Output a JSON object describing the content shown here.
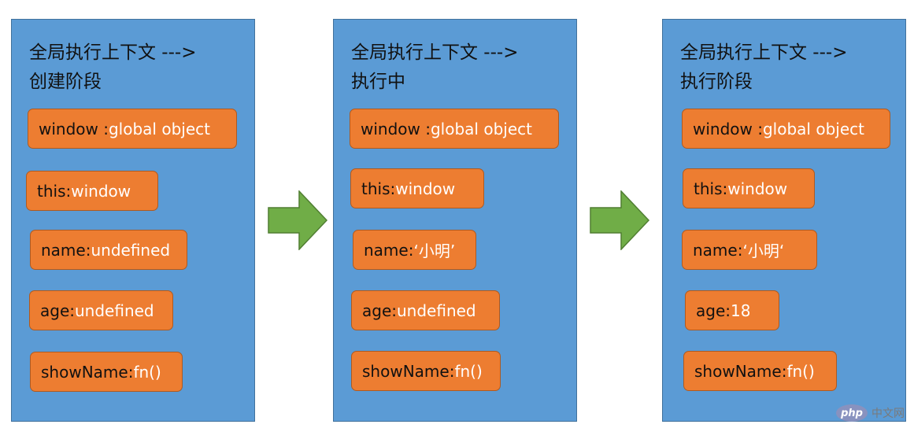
{
  "panels": [
    {
      "title_line1": "全局执行上下文 --->",
      "title_line2": "创建阶段",
      "rows": [
        {
          "key": "window : ",
          "value": "global object"
        },
        {
          "key": "this: ",
          "value": "window"
        },
        {
          "key": "name: ",
          "value": "undefined"
        },
        {
          "key": "age: ",
          "value": "undefined"
        },
        {
          "key": "showName: ",
          "value": "fn()"
        }
      ]
    },
    {
      "title_line1": "全局执行上下文 --->",
      "title_line2": "执行中",
      "rows": [
        {
          "key": "window : ",
          "value": "global object"
        },
        {
          "key": "this: ",
          "value": "window"
        },
        {
          "key": "name: ",
          "value": "‘小明’"
        },
        {
          "key": "age: ",
          "value": "undefined"
        },
        {
          "key": "showName: ",
          "value": "fn()"
        }
      ]
    },
    {
      "title_line1": "全局执行上下文 --->",
      "title_line2": "执行阶段",
      "rows": [
        {
          "key": "window : ",
          "value": "global object"
        },
        {
          "key": "this: ",
          "value": "window"
        },
        {
          "key": "name: ",
          "value": "‘小明‘"
        },
        {
          "key": "age: ",
          "value": "18"
        },
        {
          "key": "showName: ",
          "value": "fn()"
        }
      ]
    }
  ],
  "watermark": {
    "logo_text": "php",
    "site_text": "中文网"
  },
  "colors": {
    "panel": "#5b9bd5",
    "box": "#ed7d31",
    "arrow": "#70ad47"
  }
}
